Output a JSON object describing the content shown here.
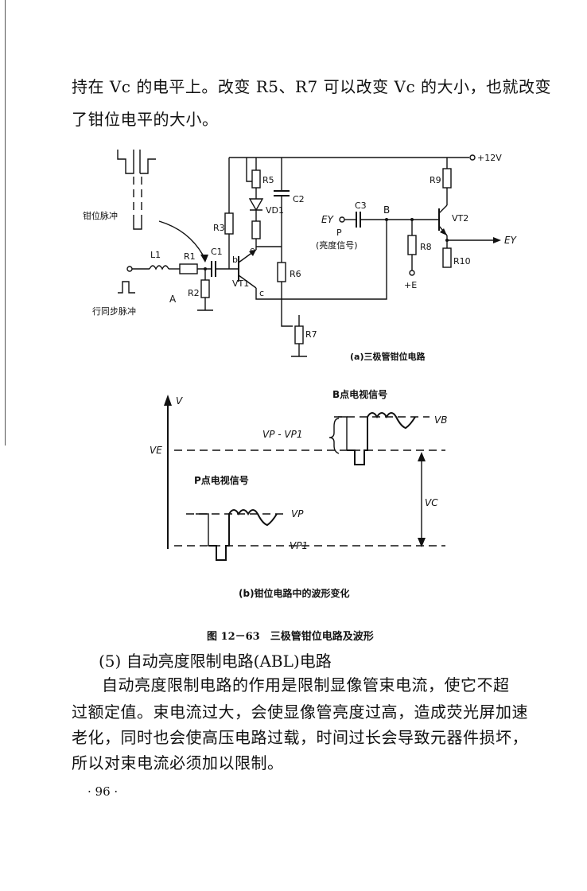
{
  "intro": {
    "line1": "持在 Vc 的电平上。改变 R5、R7 可以改变 Vc 的大小，也就改变",
    "line2": "了钳位电平的大小。"
  },
  "circuit": {
    "supply": "+12V",
    "clamp_pulse": "钳位脉冲",
    "h_sync_pulse": "行同步脉冲",
    "point_a": "A",
    "point_b": "B",
    "point_p": "P",
    "input_ey": "EY",
    "output_ey": "EY",
    "brightness_signal": "(亮度信号)",
    "plus_e": "+E",
    "l1": "L1",
    "r1": "R1",
    "r2": "R2",
    "r3": "R3",
    "r5": "R5",
    "r6": "R6",
    "r7": "R7",
    "r8": "R8",
    "r9": "R9",
    "r10": "R10",
    "c1": "C1",
    "c2": "C2",
    "c3": "C3",
    "vd1": "VD1",
    "vt1": "VT1",
    "vt2": "VT2",
    "pin_b": "b",
    "pin_e": "e",
    "pin_c": "c",
    "caption": "(a)三极管钳位电路"
  },
  "waveform": {
    "axis_v": "V",
    "b_title": "B点电视信号",
    "p_title": "P点电视信号",
    "vb": "VB",
    "ve": "VE",
    "vp": "VP",
    "vp1": "VP1",
    "vc": "VC",
    "vp_minus_vp1": "VP - VP1",
    "caption": "(b)钳位电路中的波形变化"
  },
  "figure_caption": "图 12－63　三极管钳位电路及波形",
  "section_heading": "(5) 自动亮度限制电路(ABL)电路",
  "body": {
    "line1": "自动亮度限制电路的作用是限制显像管束电流，使它不超",
    "line2": "过额定值。束电流过大，会使显像管亮度过高，造成荧光屏加速",
    "line3": "老化，同时也会使高压电路过载，时间过长会导致元器件损坏，",
    "line4": "所以对束电流必须加以限制。"
  },
  "page_number": "· 96 ·"
}
